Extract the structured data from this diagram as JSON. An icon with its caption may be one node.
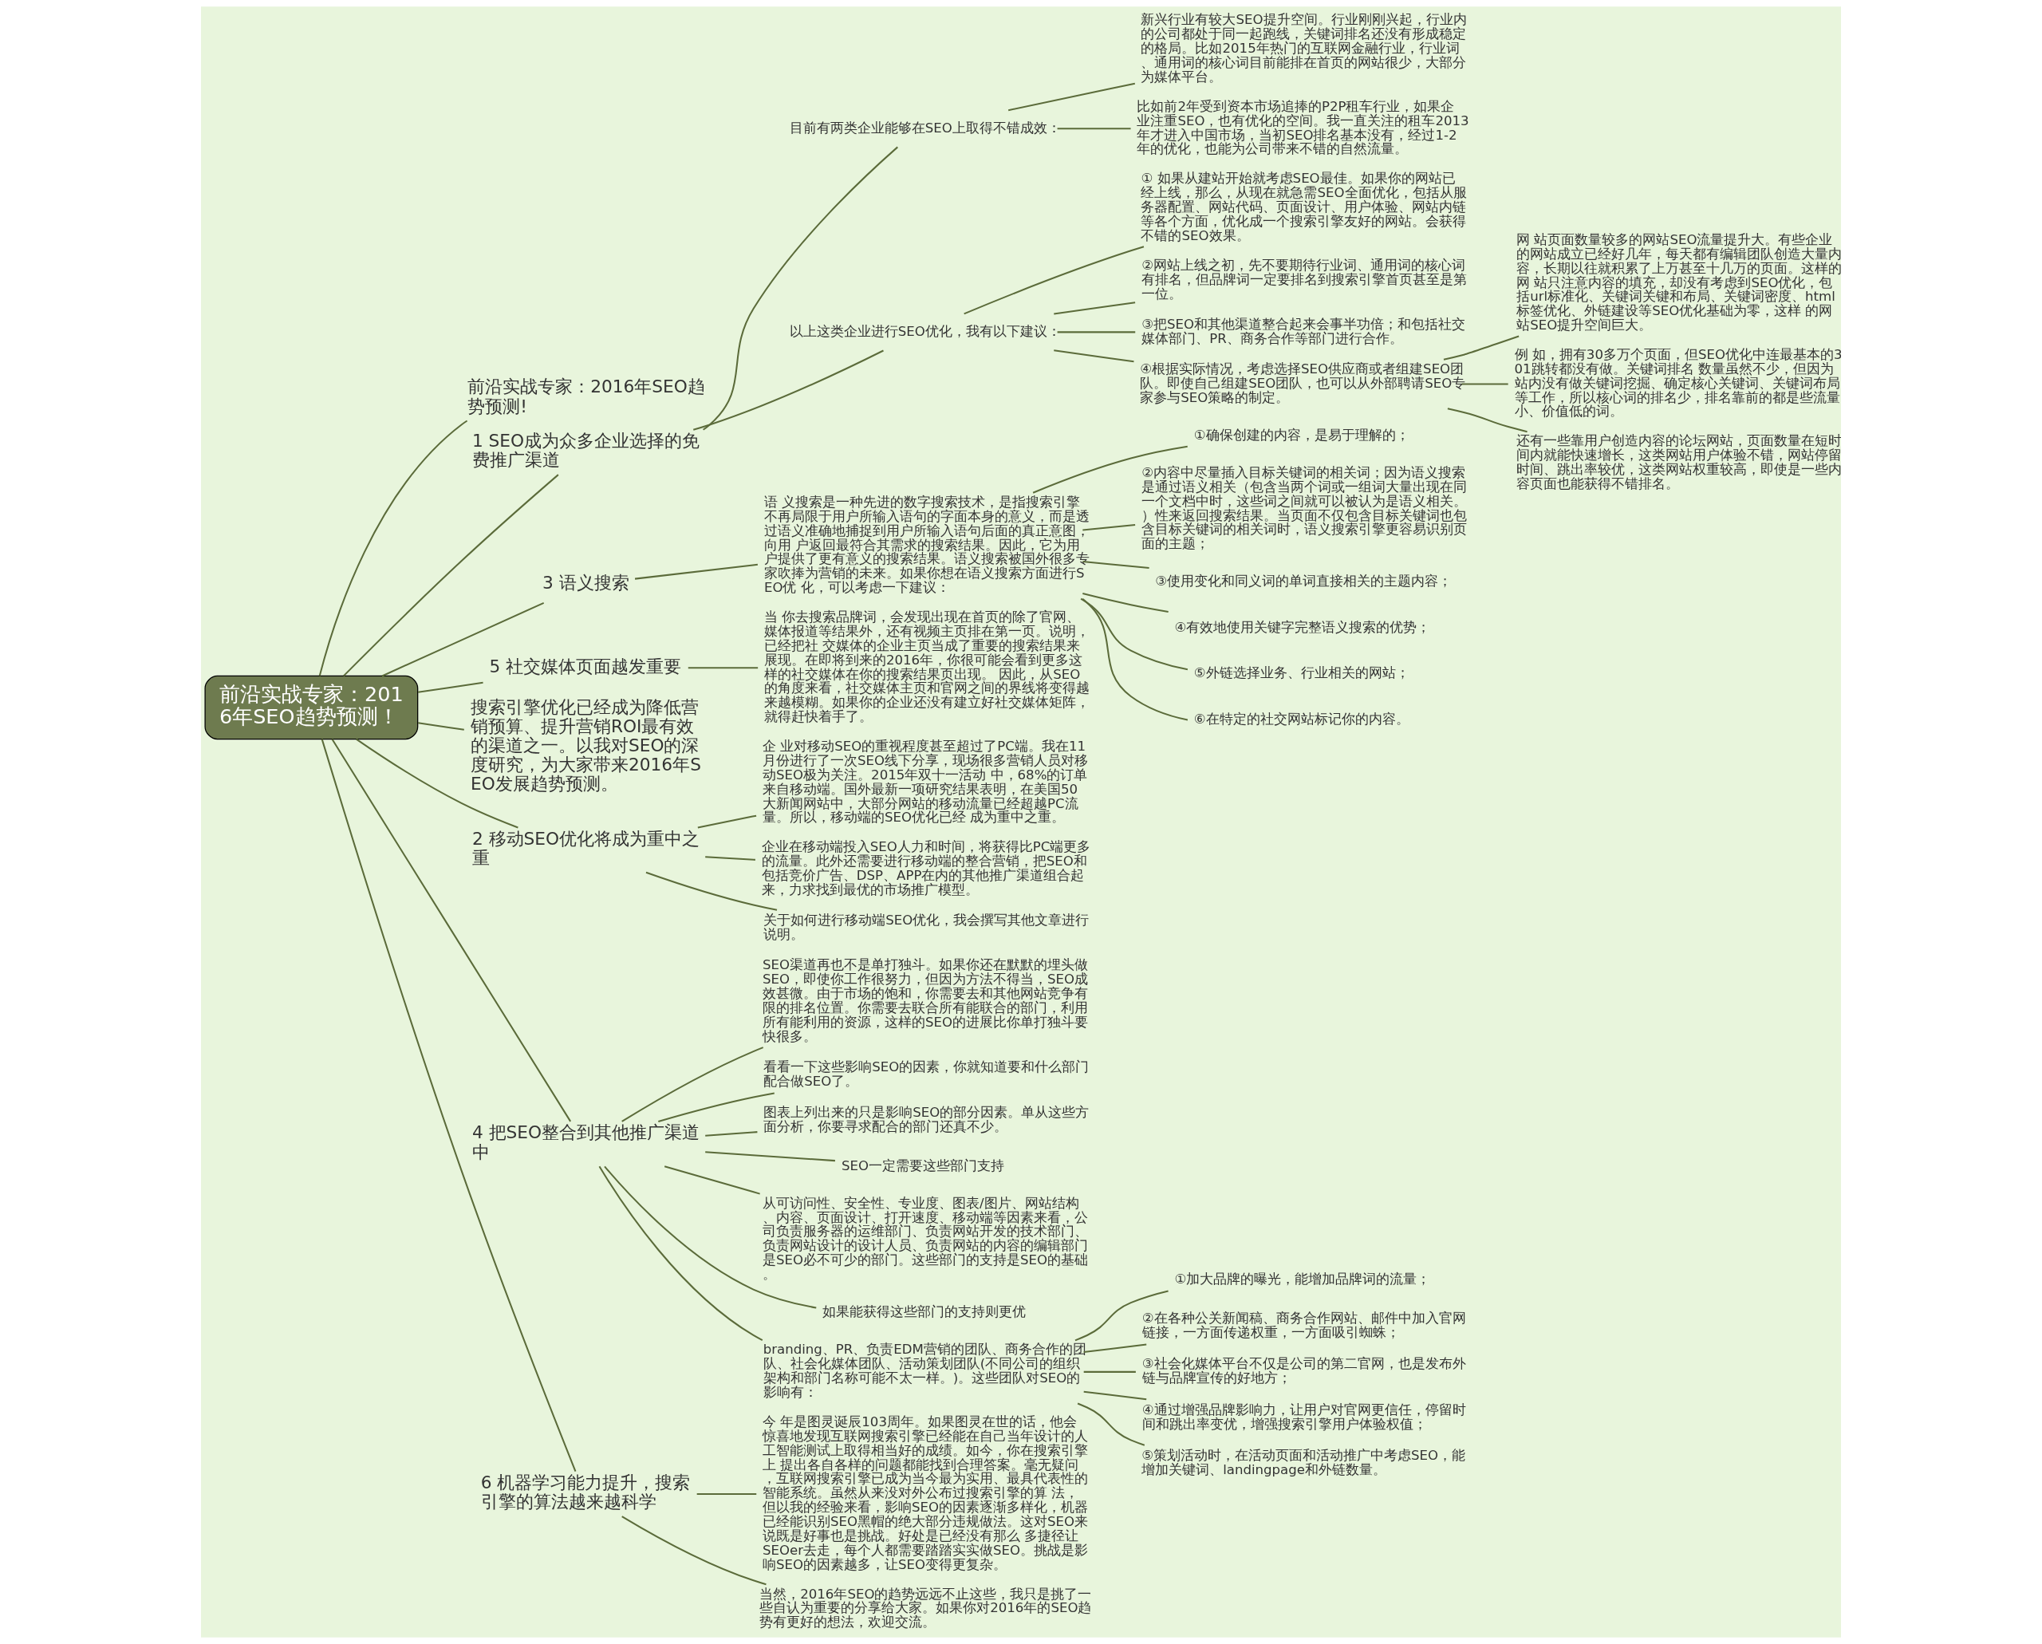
{
  "diagram": {
    "nodes": [
      {
        "text": [
          "前沿实战专家：2016年SEO趋势预测！"
        ]
      },
      {
        "text": [
          "前沿实战专家：2016年SEO趋势预测!"
        ]
      },
      {
        "text": [
          "1 SEO成为众多企业选择的免费推广渠道"
        ]
      },
      {
        "text": [
          "目前有两类企业能够在SEO上取得不错成效："
        ]
      },
      {
        "text": [
          "新兴行业有较大SEO提升空间。行业刚刚兴起，行业内的公司都处于同一起跑线，关键词排名还没有形成稳定的格局。比如2015年热门的互联网金融行业，行业词、通用词的核心词目前能排在首页的网站很少，大部分为媒体平台。"
        ]
      },
      {
        "text": [
          "比如前2年受到资本市场追捧的P2P租车行业，如果企业注重SEO，也有优化的空间。我一直关注的租车2013年才进入中国市场，当初SEO排名基本没有，经过1-2年的优化，也能为公司带来不错的自然流量。"
        ]
      },
      {
        "text": [
          "以上这类企业进行SEO优化，我有以下建议："
        ]
      },
      {
        "text": [
          "① 如果从建站开始就考虑SEO最佳。如果你的网站已经上线，那么，从现在就急需SEO全面优化，包括从服务器配置、网站代码、页面设计、用户体验、网站内链等各个方面，优化成一个搜索引擎友好的网站。会获得不错的SEO效果。"
        ]
      },
      {
        "text": [
          "②网站上线之初，先不要期待行业词、通用词的核心词有排名，但品牌词一定要排名到搜索引擎首页甚至是第一位。"
        ]
      },
      {
        "text": [
          "③把SEO和其他渠道整合起来会事半功倍；和包括社交媒体部门、PR、商务合作等部门进行合作。"
        ]
      },
      {
        "text": [
          "④根据实际情况，考虑选择SEO供应商或者组建SEO团队。即使自己组建SEO团队，也可以从外部聘请SEO专家参与SEO策略的制定。"
        ]
      },
      {
        "text": [
          "网 站页面数量较多的网站SEO流量提升大。有些企业的网站成立已经好几年，每天都有编辑团队创造大量内容，长期以往就积累了上万甚至十几万的页面。这样的网 站只注意内容的填充，却没有考虑到SEO优化，包括url标准化、关键词关键和布局、关键词密度、html标签优化、外链建设等SEO优化基础为零，这样 的网站SEO提升空间巨大。"
        ]
      },
      {
        "text": [
          "例 如，拥有30多万个页面，但SEO优化中连最基本的301跳转都没有做。关键词排名 数量虽然不少，但因为站内没有做关键词挖掘、确定核心关键词、关键词布局等工作，所以核心词的排名少，排名靠前的都是些流量小、价值低的词。"
        ]
      },
      {
        "text": [
          "还有一些靠用户创造内容的论坛网站，页面数量在短时间内就能快速增长，这类网站用户体验不错，网站停留时间、跳出率较优，这类网站权重较高，即使是一些内容页面也能获得不错排名。"
        ]
      },
      {
        "text": [
          "3 语义搜索"
        ]
      },
      {
        "text": [
          "语 义搜索是一种先进的数字搜索技术，是指搜索引擎不再局限于用户所输入语句的字面本身的意义，而是透过语义准确地捕捉到用户所输入语句后面的真正意图，向用 户返回最符合其需求的搜索结果。因此，它为用户提供了更有意义的搜索结果。语义搜索被国外很多专家吹捧为营销的未来。如果你想在语义搜索方面进行SEO优 化，可以考虑一下建议："
        ]
      },
      {
        "text": [
          "①确保创建的内容，是易于理解的；"
        ]
      },
      {
        "text": [
          "②内容中尽量插入目标关键词的相关词；因为语义搜索是通过语义相关（包含当两个词或一组词大量出现在同一个文档中时，这些词之间就可以被认为是语义相关。）性来返回搜索结果。当页面不仅包含目标关键词也包含目标关键词的相关词时，语义搜索引擎更容易识别页面的主题；"
        ]
      },
      {
        "text": [
          "③使用变化和同义词的单词直接相关的主题内容；"
        ]
      },
      {
        "text": [
          "④有效地使用关键字完整语义搜索的优势；"
        ]
      },
      {
        "text": [
          "⑤外链选择业务、行业相关的网站；"
        ]
      },
      {
        "text": [
          "⑥在特定的社交网站标记你的内容。"
        ]
      },
      {
        "text": [
          "5 社交媒体页面越发重要"
        ]
      },
      {
        "text": [
          "当 你去搜索品牌词，会发现出现在首页的除了官网、媒体报道等结果外，还有视频主页排在第一页。说明，已经把社 交媒体的企业主页当成了重要的搜索结果来展现。在即将到来的2016年，你很可能会看到更多这样的社交媒体在你的搜索结果页出现。 因此，从SEO的角度来看，社交媒体主页和官网之间的界线将变得越来越模糊。如果你的企业还没有建立好社交媒体矩阵，就得赶快着手了。"
        ]
      },
      {
        "text": [
          "搜索引擎优化已经成为降低营销预算、提升营销ROI最有效的渠道之一。以我对SEO的深度研究，为大家带来2016年SEO发展趋势预测。"
        ]
      },
      {
        "text": [
          "2 移动SEO优化将成为重中之重"
        ]
      },
      {
        "text": [
          "企 业对移动SEO的重视程度甚至超过了PC端。我在11月份进行了一次SEO线下分享，现场很多营销人员对移动SEO极为关注。2015年双十一活动 中，68%的订单来自移动端。国外最新一项研究结果表明，在美国50大新闻网站中，大部分网站的移动流量已经超越PC流量。所以，移动端的SEO优化已经 成为重中之重。"
        ]
      },
      {
        "text": [
          "企业在移动端投入SEO人力和时间，将获得比PC端更多的流量。此外还需要进行移动端的整合营销，把SEO和包括竞价广告、DSP、APP在内的其他推广渠道组合起来，力求找到最优的市场推广模型。"
        ]
      },
      {
        "text": [
          "关于如何进行移动端SEO优化，我会撰写其他文章进行说明。"
        ]
      },
      {
        "text": [
          "4 把SEO整合到其他推广渠道中"
        ]
      },
      {
        "text": [
          "SEO渠道再也不是单打独斗。如果你还在默默的埋头做SEO，即使你工作很努力，但因为方法不得当，SEO成效甚微。由于市场的饱和，你需要去和其他网站竞争有限的排名位置。你需要去联合所有能联合的部门，利用所有能利用的资源，这样的SEO的进展比你单打独斗要快很多。"
        ]
      },
      {
        "text": [
          "看看一下这些影响SEO的因素，你就知道要和什么部门配合做SEO了。"
        ]
      },
      {
        "text": [
          "图表上列出来的只是影响SEO的部分因素。单从这些方面分析，你要寻求配合的部门还真不少。"
        ]
      },
      {
        "text": [
          "SEO一定需要这些部门支持"
        ]
      },
      {
        "text": [
          "从可访问性、安全性、专业度、图表/图片、网站结构、内容、页面设计、打开速度、移动端等因素来看，公司负责服务器的运维部门、负责网站开发的技术部门、负责网站设计的设计人员、负责网站的内容的编辑部门是SEO必不可少的部门。这些部门的支持是SEO的基础。"
        ]
      },
      {
        "text": [
          "如果能获得这些部门的支持则更优"
        ]
      },
      {
        "text": [
          "branding、PR、负责EDM营销的团队、商务合作的团队、社会化媒体团队、活动策划团队(不同公司的组织架构和部门名称可能不太一样。)。这些团队对SEO的影响有："
        ]
      },
      {
        "text": [
          "①加大品牌的曝光，能增加品牌词的流量；"
        ]
      },
      {
        "text": [
          "②在各种公关新闻稿、商务合作网站、邮件中加入官网链接，一方面传递权重，一方面吸引蜘蛛；"
        ]
      },
      {
        "text": [
          "③社会化媒体平台不仅是公司的第二官网，也是发布外链与品牌宣传的好地方；"
        ]
      },
      {
        "text": [
          "④通过增强品牌影响力，让用户对官网更信任，停留时间和跳出率变优，增强搜索引擎用户体验权值；"
        ]
      },
      {
        "text": [
          "⑤策划活动时，在活动页面和活动推广中考虑SEO，能增加关键词、landingpage和外链数量。"
        ]
      },
      {
        "text": [
          "6 机器学习能力提升，搜索引擎的算法越来越科学"
        ]
      },
      {
        "text": [
          "今 年是图灵诞辰103周年。如果图灵在世的话，他会惊喜地发现互联网搜索引擎已经能在自己当年设计的人工智能测试上取得相当好的成绩。如今，你在搜索引擎上 提出各自各样的问题都能找到合理答案。毫无疑问，互联网搜索引擎已成为当今最为实用、最具代表性的智能系统。虽然从来没对外公布过搜索引擎的算 法，但以我的经验来看，影响SEO的因素逐渐多样化，机器已经能识别SEO黑帽的绝大部分违规做法。这对SEO来说既是好事也是挑战。好处是已经没有那么 多捷径让SEOer去走，每个人都需要踏踏实实做SEO。挑战是影响SEO的因素越多，让SEO变得更复杂。"
        ]
      },
      {
        "text": [
          "当然，2016年SEO的趋势远远不止这些，我只是挑了一些自认为重要的分享给大家。如果你对2016年的SEO趋势有更好的想法，欢迎交流。"
        ]
      }
    ],
    "edges": [
      {
        "from": 0,
        "to": 1,
        "arrow": "none"
      },
      {
        "from": 0,
        "to": 2,
        "arrow": "none"
      },
      {
        "from": 2,
        "to": 3,
        "arrow": "none"
      },
      {
        "from": 3,
        "to": 4,
        "arrow": "none"
      },
      {
        "from": 3,
        "to": 5,
        "arrow": "none"
      },
      {
        "from": 2,
        "to": 6,
        "arrow": "none"
      },
      {
        "from": 6,
        "to": 7,
        "arrow": "none"
      },
      {
        "from": 6,
        "to": 8,
        "arrow": "none"
      },
      {
        "from": 6,
        "to": 9,
        "arrow": "none"
      },
      {
        "from": 6,
        "to": 10,
        "arrow": "none"
      },
      {
        "from": 10,
        "to": 11,
        "arrow": "none"
      },
      {
        "from": 10,
        "to": 12,
        "arrow": "none"
      },
      {
        "from": 10,
        "to": 13,
        "arrow": "none"
      },
      {
        "from": 0,
        "to": 14,
        "arrow": "none"
      },
      {
        "from": 14,
        "to": 15,
        "arrow": "none"
      },
      {
        "from": 15,
        "to": 16,
        "arrow": "none"
      },
      {
        "from": 15,
        "to": 17,
        "arrow": "none"
      },
      {
        "from": 15,
        "to": 18,
        "arrow": "none"
      },
      {
        "from": 15,
        "to": 19,
        "arrow": "none"
      },
      {
        "from": 15,
        "to": 20,
        "arrow": "none"
      },
      {
        "from": 15,
        "to": 21,
        "arrow": "none"
      },
      {
        "from": 0,
        "to": 22,
        "arrow": "none"
      },
      {
        "from": 22,
        "to": 23,
        "arrow": "none"
      },
      {
        "from": 0,
        "to": 24,
        "arrow": "none"
      },
      {
        "from": 0,
        "to": 25,
        "arrow": "none"
      },
      {
        "from": 25,
        "to": 26,
        "arrow": "none"
      },
      {
        "from": 25,
        "to": 27,
        "arrow": "none"
      },
      {
        "from": 25,
        "to": 28,
        "arrow": "none"
      },
      {
        "from": 0,
        "to": 29,
        "arrow": "none"
      },
      {
        "from": 29,
        "to": 30,
        "arrow": "none"
      },
      {
        "from": 29,
        "to": 31,
        "arrow": "none"
      },
      {
        "from": 29,
        "to": 32,
        "arrow": "none"
      },
      {
        "from": 29,
        "to": 33,
        "arrow": "none"
      },
      {
        "from": 29,
        "to": 34,
        "arrow": "none"
      },
      {
        "from": 29,
        "to": 35,
        "arrow": "none"
      },
      {
        "from": 29,
        "to": 36,
        "arrow": "none"
      },
      {
        "from": 36,
        "to": 37,
        "arrow": "none"
      },
      {
        "from": 36,
        "to": 38,
        "arrow": "none"
      },
      {
        "from": 36,
        "to": 39,
        "arrow": "none"
      },
      {
        "from": 36,
        "to": 40,
        "arrow": "none"
      },
      {
        "from": 36,
        "to": 41,
        "arrow": "none"
      },
      {
        "from": 0,
        "to": 42,
        "arrow": "none"
      },
      {
        "from": 42,
        "to": 43,
        "arrow": "none"
      },
      {
        "from": 42,
        "to": 44,
        "arrow": "none"
      }
    ]
  }
}
